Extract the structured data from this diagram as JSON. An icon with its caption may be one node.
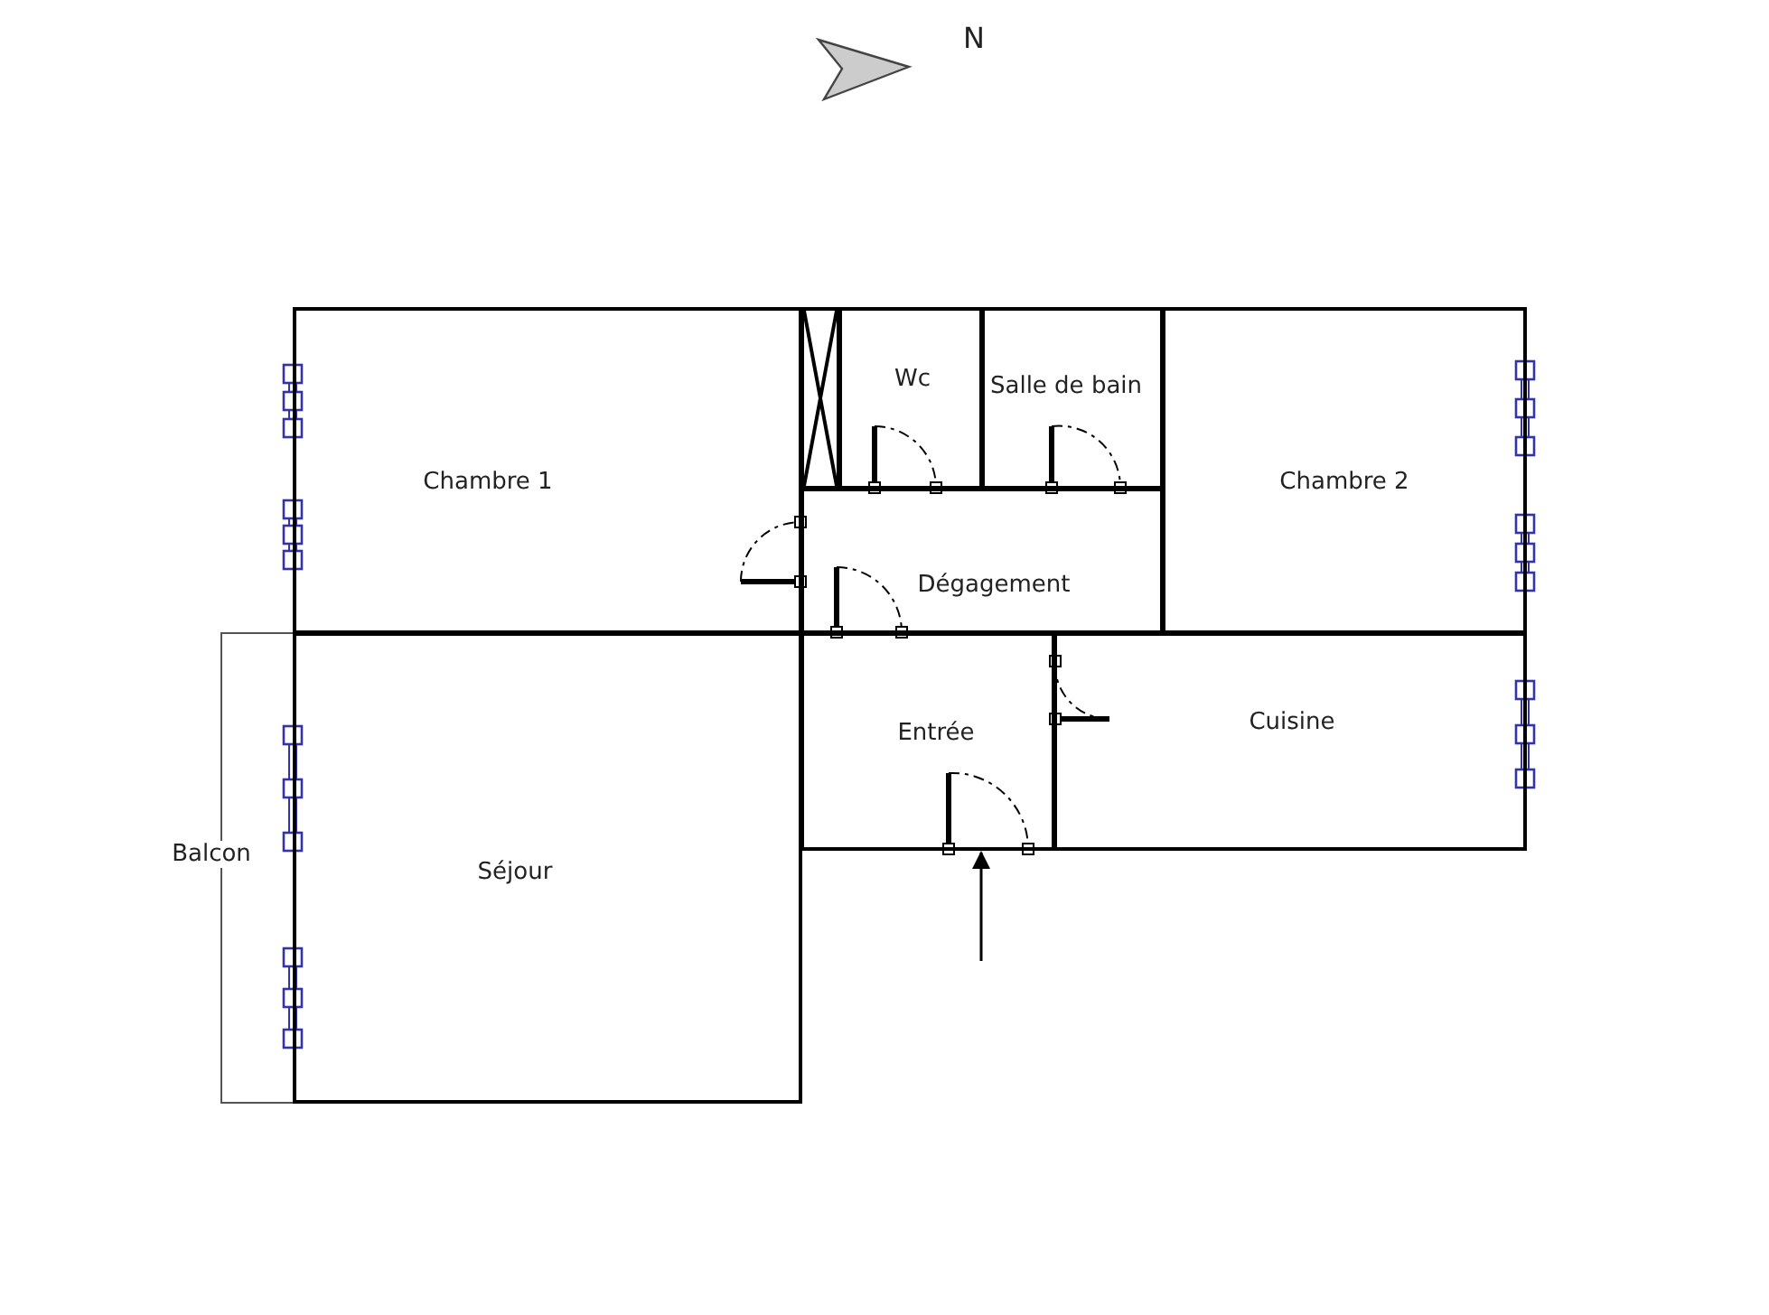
{
  "diagram": {
    "nodes": [
      {
        "text": [
          "Chambre 1"
        ]
      },
      {
        "text": [
          "Wc"
        ]
      },
      {
        "text": [
          "Salle de bain"
        ]
      },
      {
        "text": [
          "Chambre 2"
        ]
      },
      {
        "text": [
          "Dégagement"
        ]
      },
      {
        "text": [
          "Entrée"
        ]
      },
      {
        "text": [
          "Cuisine"
        ]
      },
      {
        "text": [
          "Balcon"
        ]
      },
      {
        "text": [
          "Séjour"
        ]
      }
    ],
    "edges": [
      {
        "from": null,
        "to": 5,
        "arrow": "to"
      }
    ],
    "labels": [
      "N"
    ]
  }
}
